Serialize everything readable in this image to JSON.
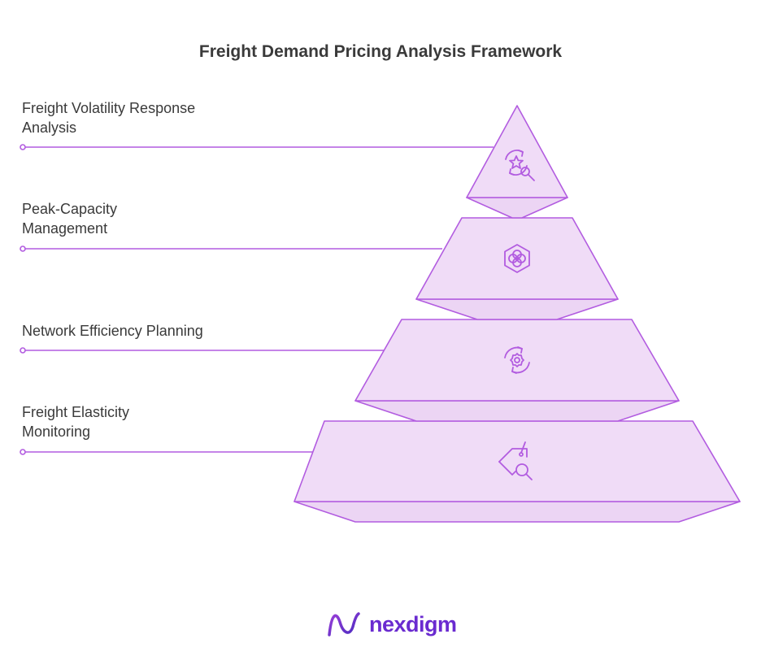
{
  "title": "Freight Demand Pricing Analysis Framework",
  "levels": [
    {
      "lines": [
        "Freight Volatility Response",
        "Analysis"
      ],
      "icon": "star-refresh-search-icon"
    },
    {
      "lines": [
        "Peak-Capacity",
        "Management"
      ],
      "icon": "hexagon-flower-icon"
    },
    {
      "lines": [
        "Network Efficiency Planning"
      ],
      "icon": "gear-cycle-icon"
    },
    {
      "lines": [
        "Freight Elasticity",
        "Monitoring"
      ],
      "icon": "tag-search-icon"
    }
  ],
  "brand": {
    "name": "nexdigm"
  },
  "colors": {
    "fill": "#f0dcf7",
    "side": "#ecd5f4",
    "stroke": "#b25ce0",
    "text": "#3a3a3a",
    "brand": "#6a2bd0"
  }
}
